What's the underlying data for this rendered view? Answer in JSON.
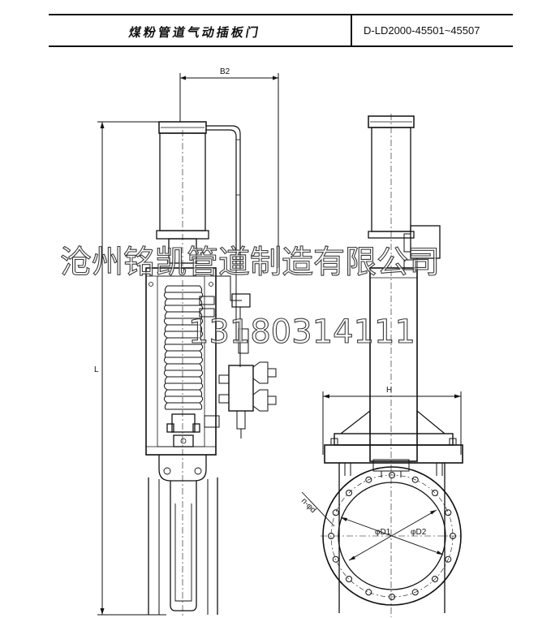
{
  "title_block": {
    "name": "煤粉管道气动插板门",
    "drawing_code": "D-LD2000-45501~45507"
  },
  "dimensions": {
    "b2": "B2",
    "l": "L",
    "h": "H",
    "d1": "φD1",
    "d2": "φD2",
    "n_d": "n-φd"
  },
  "watermark": {
    "company": "沧州铭凯管道制造有限公司",
    "phone": "13180314111"
  },
  "colors": {
    "line": "#111111",
    "paper": "#ffffff"
  }
}
